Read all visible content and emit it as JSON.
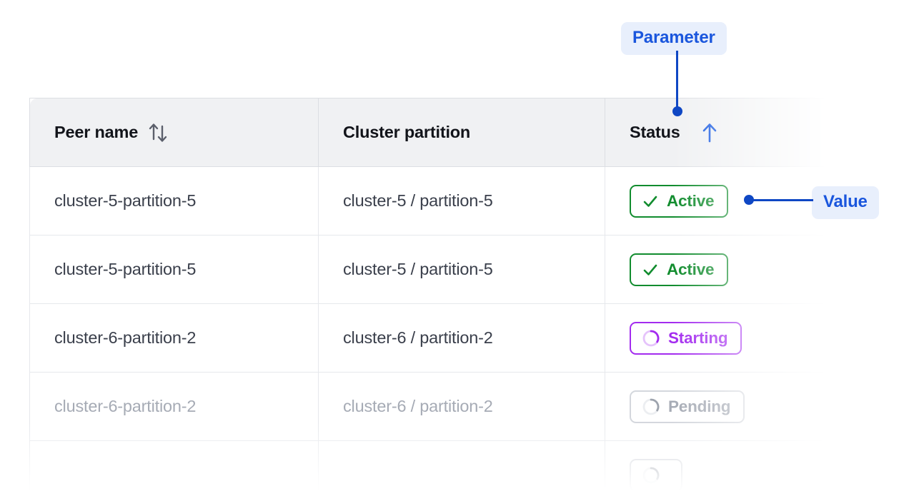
{
  "table": {
    "columns": [
      {
        "label": "Peer name",
        "sort_icon": "sort-both-arrows-icon",
        "sorted": false
      },
      {
        "label": "Cluster partition",
        "sort_icon": null,
        "sorted": false
      },
      {
        "label": "Status",
        "sort_icon": "arrow-up-icon",
        "sorted": true
      }
    ],
    "rows": [
      {
        "peer_name": "cluster-5-partition-5",
        "cluster_partition": "cluster-5 / partition-5",
        "status": "Active",
        "status_kind": "active",
        "status_icon": "check-icon",
        "dimmed": false
      },
      {
        "peer_name": "cluster-5-partition-5",
        "cluster_partition": "cluster-5 / partition-5",
        "status": "Active",
        "status_kind": "active",
        "status_icon": "check-icon",
        "dimmed": false
      },
      {
        "peer_name": "cluster-6-partition-2",
        "cluster_partition": "cluster-6 / partition-2",
        "status": "Starting",
        "status_kind": "starting",
        "status_icon": "spinner-icon",
        "dimmed": false
      },
      {
        "peer_name": "cluster-6-partition-2",
        "cluster_partition": "cluster-6 / partition-2",
        "status": "Pending",
        "status_kind": "pending",
        "status_icon": "spinner-icon",
        "dimmed": true
      },
      {
        "peer_name": "",
        "cluster_partition": "",
        "status": "",
        "status_kind": "pending",
        "status_icon": "spinner-icon",
        "dimmed": true
      }
    ]
  },
  "annotations": {
    "parameter_label": "Parameter",
    "value_label": "Value"
  },
  "colors": {
    "accent_blue": "#1a56dd",
    "connector_blue": "#0f47c4",
    "annotation_pill_bg": "#e8effc",
    "status_active": "#118c2e",
    "status_starting": "#a32bef",
    "status_pending": "#a6abb5",
    "header_bg": "#f0f1f3",
    "border": "#e6e8ec",
    "text": "#3a3f4b",
    "text_dim": "#a6abb5"
  }
}
